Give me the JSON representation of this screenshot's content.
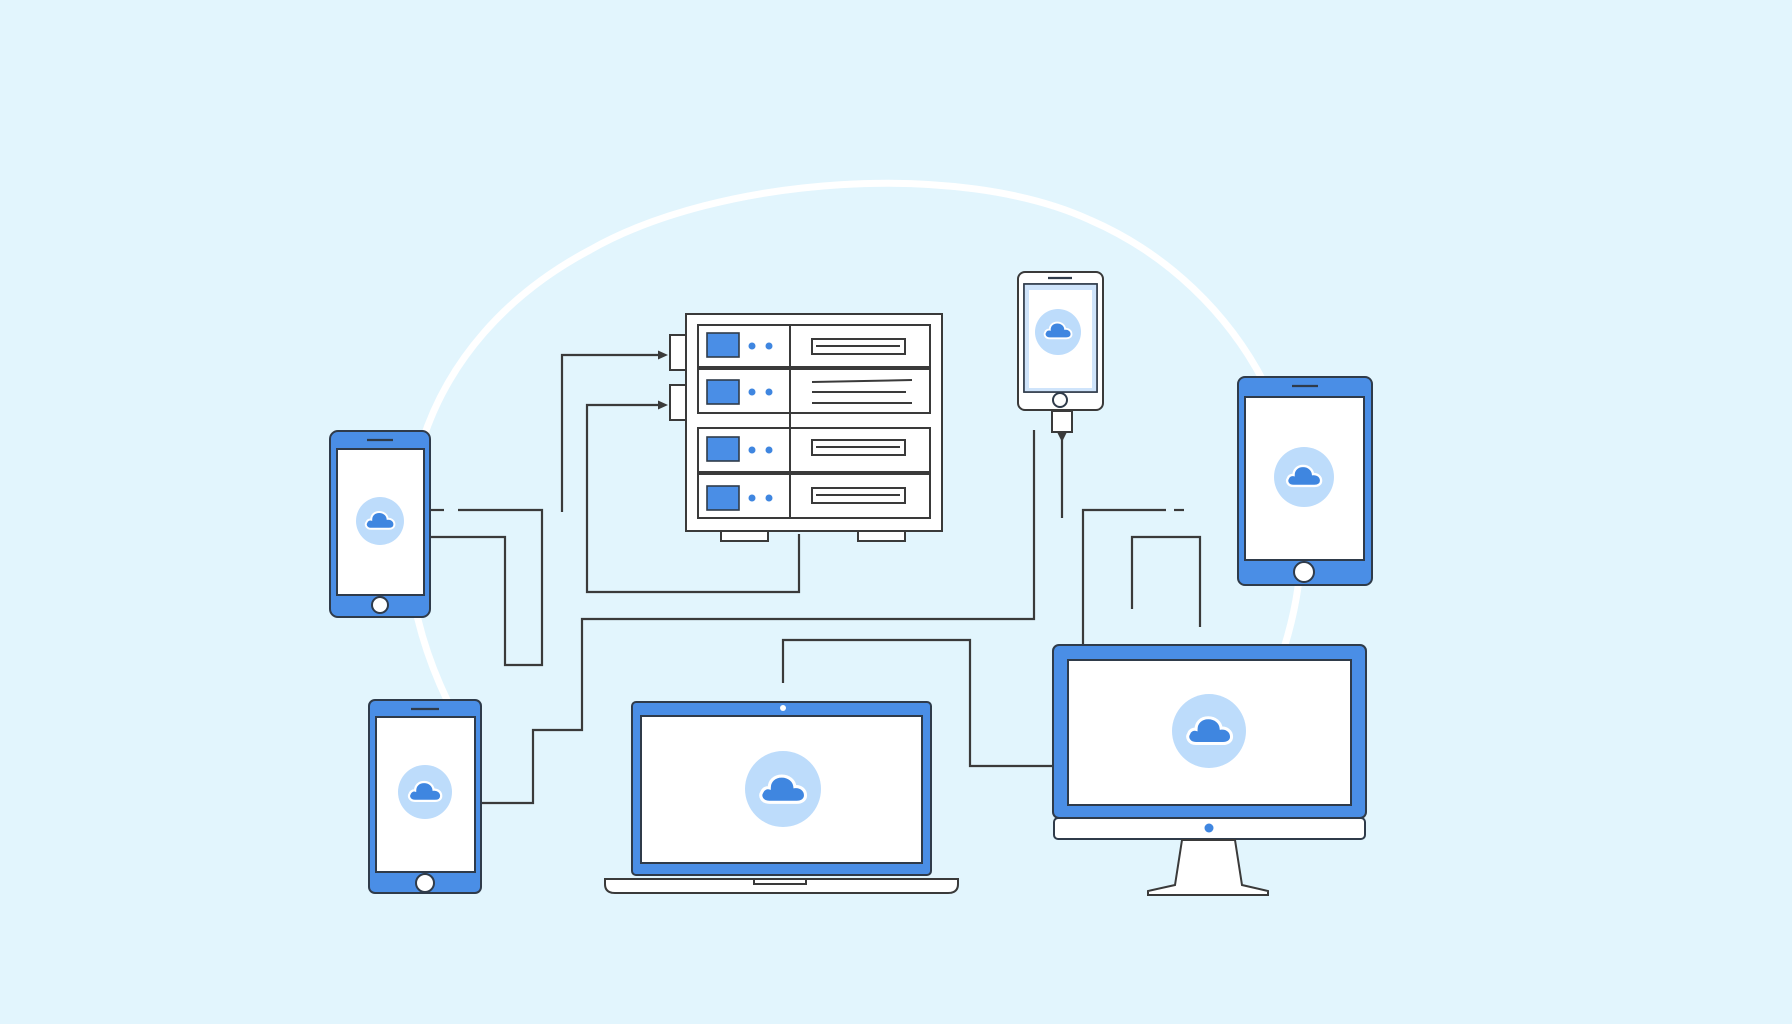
{
  "colors": {
    "background": "#e2f5fd",
    "device_blue": "#4a8ee6",
    "cloud_badge": "#bddcfb",
    "cloud_icon": "#3f86e0",
    "connector_line": "#3a3a3a",
    "arc": "#ffffff"
  },
  "devices": [
    {
      "id": "server-rack",
      "kind": "server",
      "units": 4,
      "icon": "server-rack-icon"
    },
    {
      "id": "phone-left-upper",
      "kind": "smartphone",
      "icon": "cloud-icon"
    },
    {
      "id": "phone-left-lower",
      "kind": "smartphone",
      "icon": "cloud-icon"
    },
    {
      "id": "phone-charging",
      "kind": "smartphone",
      "icon": "cloud-icon",
      "cable": "charging-cable-icon"
    },
    {
      "id": "tablet-right",
      "kind": "tablet",
      "icon": "cloud-icon"
    },
    {
      "id": "laptop",
      "kind": "laptop",
      "icon": "cloud-icon"
    },
    {
      "id": "desktop-monitor",
      "kind": "desktop",
      "icon": "cloud-icon"
    }
  ]
}
